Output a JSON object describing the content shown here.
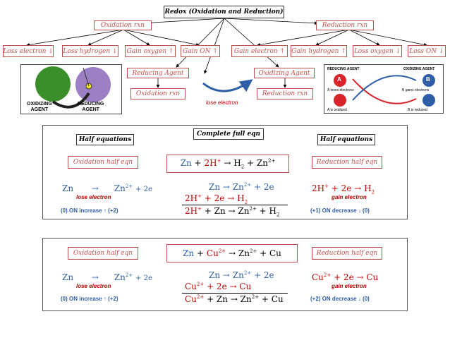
{
  "title": "Redox (Oxidation and Reduction)",
  "top": {
    "oxidation": "Oxidation rxn",
    "reduction": "Reduction rxn",
    "ox_items": [
      "Loss electron ↓",
      "Loss hydrogen ↓",
      "Gain oxygen ↑",
      "Gain ON ↑"
    ],
    "red_items": [
      "Gain electron ↑",
      "Gain hydrogen ↑",
      "Loss oxygen ↓",
      "Loss ON ↓"
    ],
    "reducing_agent": "Reducing Agent",
    "oxidizing_agent": "Oxidizing Agent",
    "ra_result": "Oxidation rxn",
    "oa_result": "Reduction rxn",
    "lose_electron": "lose electron"
  },
  "left_image": {
    "oxidizing": "OXIDIZING\nAGENT",
    "reducing": "REDUCING\nAGENT"
  },
  "right_image": {
    "A": "A",
    "B": "B",
    "l1": "A loses electrons",
    "l2": "B gains electrons",
    "l3": "A is oxidized",
    "l4": "B is reduced",
    "title": "REDUCING AGENT",
    "title2": "OXIDIZING AGENT"
  },
  "panel1": {
    "complete": "Complete full eqn",
    "half_left": "Half equations",
    "half_right": "Half equations",
    "ox_half": "Oxidation half eqn",
    "red_half": "Reduction half eqn",
    "full_eqn": {
      "a": "Zn",
      "p1": "+",
      "b": "2H",
      "bs": "+",
      "arrow": "→",
      "c": "H",
      "cs": "2",
      "p2": "+",
      "d": "Zn",
      "ds": "2+"
    },
    "left_eq": {
      "a": "Zn",
      "arrow": "→",
      "b": "Zn",
      "bs": "2+",
      "rest": "+ 2e"
    },
    "lose": "lose electron",
    "left_on": "(0)   ON increase ↑   (+2)",
    "mid1": {
      "a": "Zn → Zn",
      "as": "2+",
      "rest": " + 2e"
    },
    "mid2": {
      "a": "2H",
      "as": "+",
      "rest": " + 2e  → H",
      "sub": "2"
    },
    "mid3": {
      "a": "2H",
      "as": "+",
      "b": " + Zn →  Zn",
      "bs": "2+",
      "c": " + H",
      "cs": "2"
    },
    "right_eq": {
      "a": "2H",
      "as": "+",
      "rest": " + 2e  →  H",
      "sub": "2"
    },
    "gain": "gain electron",
    "right_on": "(+1)  ON decrease ↓  (0)"
  },
  "panel2": {
    "ox_half": "Oxidation half eqn",
    "red_half": "Reduction half eqn",
    "full_eqn": {
      "a": "Zn",
      "p1": "+",
      "b": "Cu",
      "bs": "2+",
      "arrow": "→",
      "c": "Zn",
      "cs": "2+",
      "p2": "+",
      "d": "Cu"
    },
    "left_eq": {
      "a": "Zn",
      "arrow": "→",
      "b": "Zn",
      "bs": "2+",
      "rest": "+ 2e"
    },
    "lose": "lose electron",
    "left_on": "(0)   ON increase ↑   (+2)",
    "mid1": {
      "a": "Zn → Zn",
      "as": "2+",
      "rest": " + 2e"
    },
    "mid2": {
      "a": "Cu",
      "as": "2+",
      "rest": " + 2e  → Cu"
    },
    "mid3": {
      "a": "Cu",
      "as": "2+",
      "b": " + Zn →  Zn",
      "bs": "2+",
      "c": " + Cu"
    },
    "right_eq": {
      "a": "Cu",
      "as": "2+",
      "rest": " + 2e  →  Cu"
    },
    "gain": "gain electron",
    "right_on": "(+2)  ON decrease ↓  (0)"
  }
}
